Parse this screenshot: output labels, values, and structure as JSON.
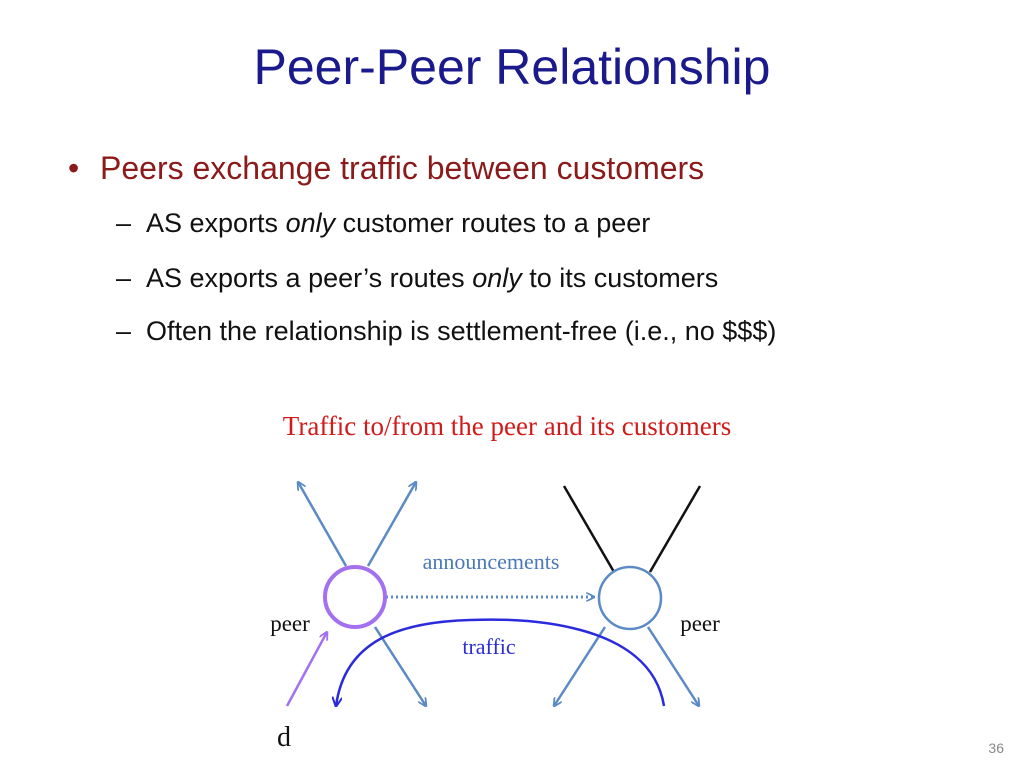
{
  "slide": {
    "title": "Peer-Peer Relationship",
    "bullet": {
      "marker": "•",
      "text": "Peers exchange traffic between customers"
    },
    "sub_bullets": [
      {
        "dash": "–",
        "before": "AS exports ",
        "emph": "only",
        "after": " customer routes to a peer"
      },
      {
        "dash": "–",
        "before": "AS exports a peer’s routes ",
        "emph": "only",
        "after": " to its customers"
      },
      {
        "dash": "–",
        "before": "Often the relationship is settlement-free (i.e., no $$$)",
        "emph": "",
        "after": ""
      }
    ],
    "page_number": "36"
  },
  "diagram": {
    "caption": "Traffic to/from the peer and its customers",
    "announcements_label": "announcements",
    "traffic_label": "traffic",
    "left_peer_label": "peer",
    "right_peer_label": "peer",
    "destination_label": "d",
    "colors": {
      "title": "#1a1a8c",
      "bullet": "#8b1a1a",
      "caption": "#d11a1a",
      "edge_blue": "#5b8ac6",
      "left_node": "#a370f0",
      "traffic": "#2b2bdc",
      "label_blue": "#4a7ab8"
    }
  }
}
